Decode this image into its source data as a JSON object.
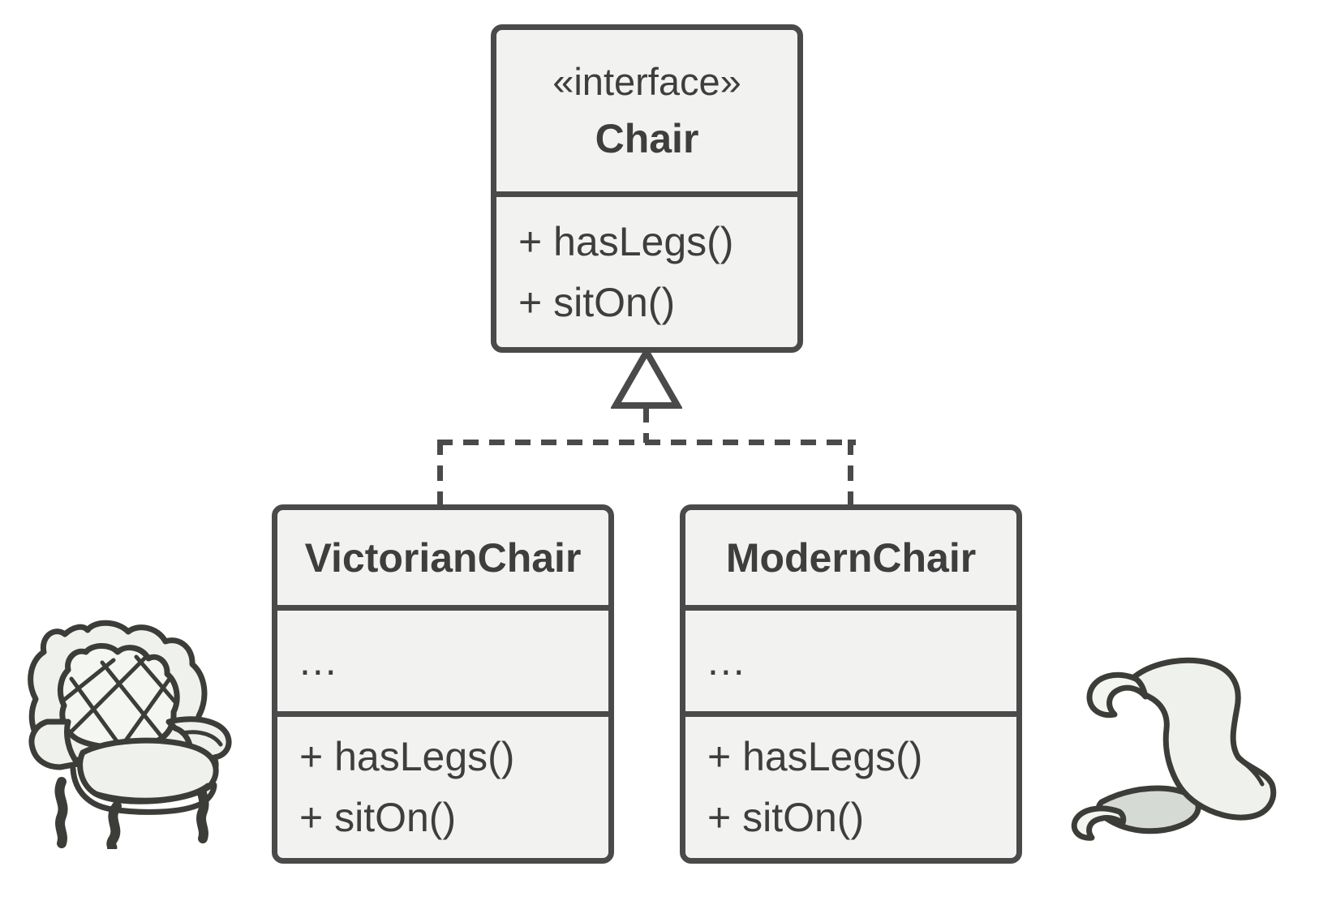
{
  "interface_box": {
    "stereotype": "«interface»",
    "name": "Chair",
    "methods": [
      "+ hasLegs()",
      "+ sitOn()"
    ]
  },
  "classes": [
    {
      "name": "VictorianChair",
      "fields_placeholder": "...",
      "methods": [
        "+ hasLegs()",
        "+ sitOn()"
      ]
    },
    {
      "name": "ModernChair",
      "fields_placeholder": "...",
      "methods": [
        "+ hasLegs()",
        "+ sitOn()"
      ]
    }
  ],
  "relationship": {
    "type": "realization",
    "line_style": "dashed",
    "arrowhead": "hollow-triangle"
  },
  "icons": {
    "left": "victorian-armchair-illustration",
    "right": "modern-sculptural-chair-illustration"
  },
  "colors": {
    "box_border": "#4a4a4a",
    "box_fill": "#f2f3f1",
    "text": "#3e3e3e",
    "connector": "#4a4a4a",
    "background": "#ffffff",
    "illustration_stroke": "#3c3c38",
    "illustration_fill": "#eff1ec",
    "illustration_shade": "#d5dbd4"
  }
}
